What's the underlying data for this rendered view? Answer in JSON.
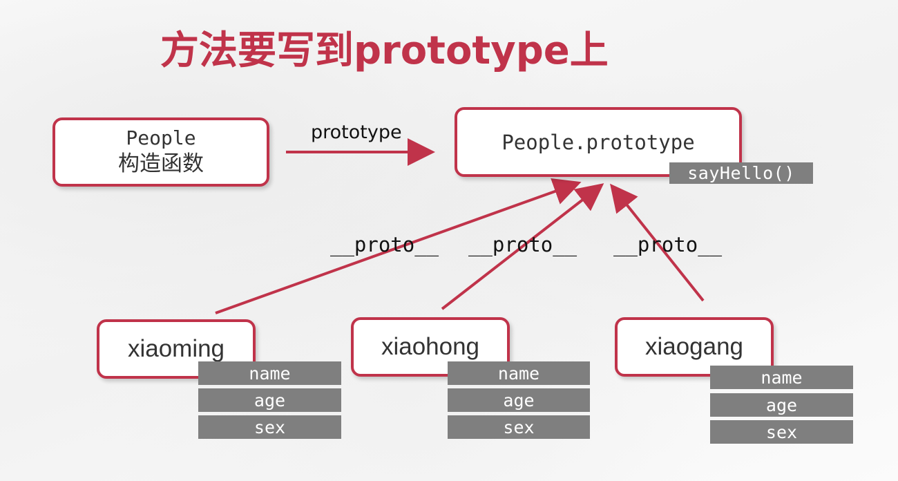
{
  "title": "方法要写到prototype上",
  "constructor_box": {
    "line1": "People",
    "line2": "构造函数"
  },
  "prototype_box": {
    "label": "People.prototype",
    "method": "sayHello()"
  },
  "prototype_edge_label": "prototype",
  "proto_labels": [
    "__proto__",
    "__proto__",
    "__proto__"
  ],
  "instances": [
    {
      "name": "xiaoming",
      "fields": [
        "name",
        "age",
        "sex"
      ]
    },
    {
      "name": "xiaohong",
      "fields": [
        "name",
        "age",
        "sex"
      ]
    },
    {
      "name": "xiaogang",
      "fields": [
        "name",
        "age",
        "sex"
      ]
    }
  ],
  "colors": {
    "accent": "#c0334a",
    "tag_bg": "#7f7f7f"
  }
}
